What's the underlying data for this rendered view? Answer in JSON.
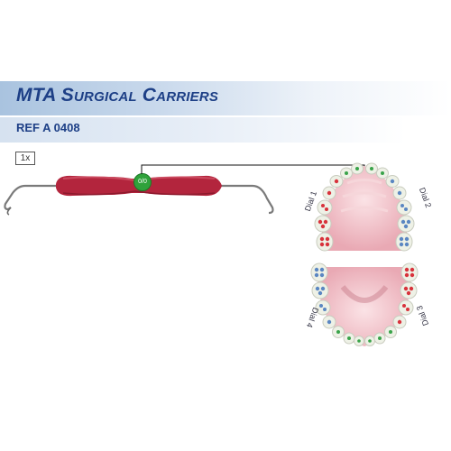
{
  "header": {
    "title_initial_1": "MTA",
    "title_initial_2": "S",
    "title_rest_2": "URGICAL",
    "title_initial_3": "C",
    "title_rest_3": "ARRIERS",
    "ref": "REF A 0408"
  },
  "quantity": "1x",
  "instrument": {
    "badge_text": "0/0",
    "handle_color": "#b3253d",
    "badge_color": "#2fa23b"
  },
  "diagram": {
    "dials": [
      "Dial 1",
      "Dial 2",
      "Dial 3",
      "Dial 4"
    ],
    "colors": {
      "red": "#d8333c",
      "blue": "#5b87c2",
      "green": "#3aa34a",
      "tooth": "#eef1e6",
      "gum": "#f3c9cf",
      "accent": "#1d3f86"
    }
  }
}
